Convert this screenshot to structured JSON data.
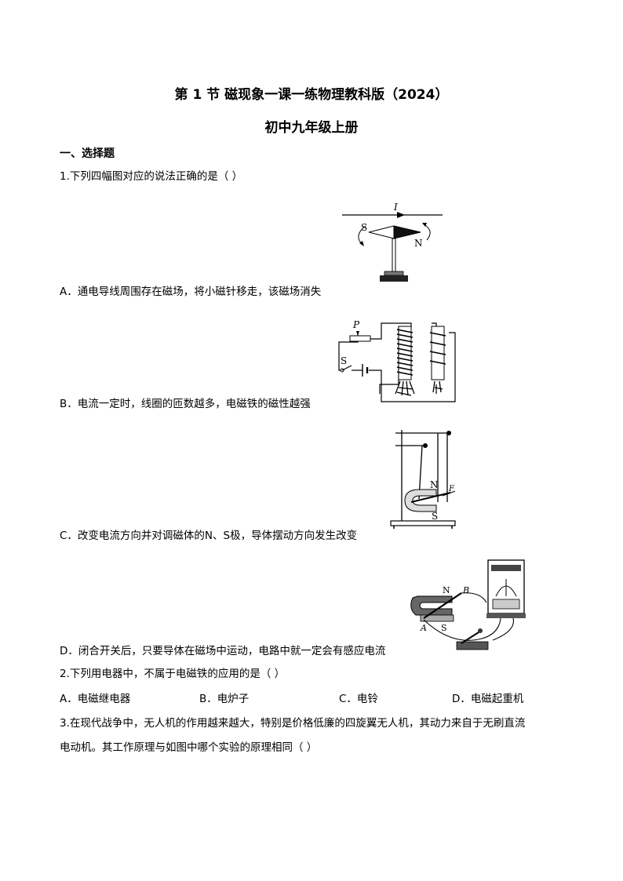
{
  "header": {
    "title": "第 1 节  磁现象一课一练物理教科版（2024）",
    "subtitle": "初中九年级上册"
  },
  "section": {
    "heading": "一、选择题"
  },
  "q1": {
    "stem": "1.下列四幅图对应的说法正确的是（  ）",
    "options": [
      {
        "text": "A．通电导线周围存在磁场，将小磁针移走，该磁场消失",
        "figure_labels": {
          "current": "I",
          "south": "S",
          "north": "N"
        }
      },
      {
        "text": "B．电流一定时，线圈的匝数越多，电磁铁的磁性越强",
        "figure_labels": {
          "slider": "P",
          "switch": "S"
        }
      },
      {
        "text": "C．改变电流方向并对调磁体的N、S极，导体摆动方向发生改变",
        "figure_labels": {
          "north": "N",
          "force": "F",
          "south": "S"
        }
      },
      {
        "text": "D．闭合开关后，只要导体在磁场中运动，电路中就一定会有感应电流",
        "figure_labels": {
          "north": "N",
          "end_b": "B",
          "end_a": "A",
          "south": "S"
        }
      }
    ]
  },
  "q2": {
    "stem": "2.下列用电器中，不属于电磁铁的应用的是（  ）",
    "options": [
      "A．电磁继电器",
      "B．电炉子",
      "C．电铃",
      "D．电磁起重机"
    ]
  },
  "q3": {
    "stem_line1": "3.在现代战争中，无人机的作用越来越大，特别是价格低廉的四旋翼无人机，其动力来自于无刷直流",
    "stem_line2": "电动机。其工作原理与如图中哪个实验的原理相同（  ）"
  }
}
